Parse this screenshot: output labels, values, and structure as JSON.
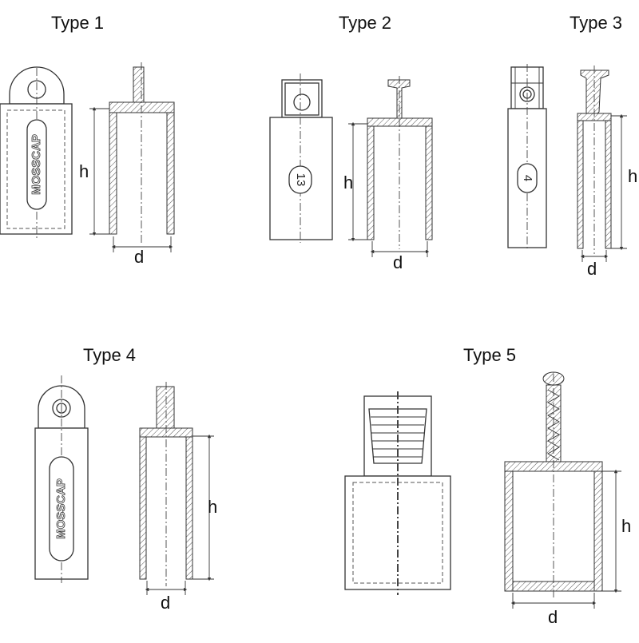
{
  "types": [
    {
      "title": "Type 1",
      "h_label": "h",
      "d_label": "d",
      "tag": "MOSSCAP"
    },
    {
      "title": "Type 2",
      "h_label": "h",
      "d_label": "d",
      "tag": "13"
    },
    {
      "title": "Type 3",
      "h_label": "h",
      "d_label": "d",
      "tag": "4"
    },
    {
      "title": "Type 4",
      "h_label": "h",
      "d_label": "d",
      "tag": "MOSSCAP"
    },
    {
      "title": "Type 5",
      "h_label": "h",
      "d_label": "d"
    }
  ]
}
